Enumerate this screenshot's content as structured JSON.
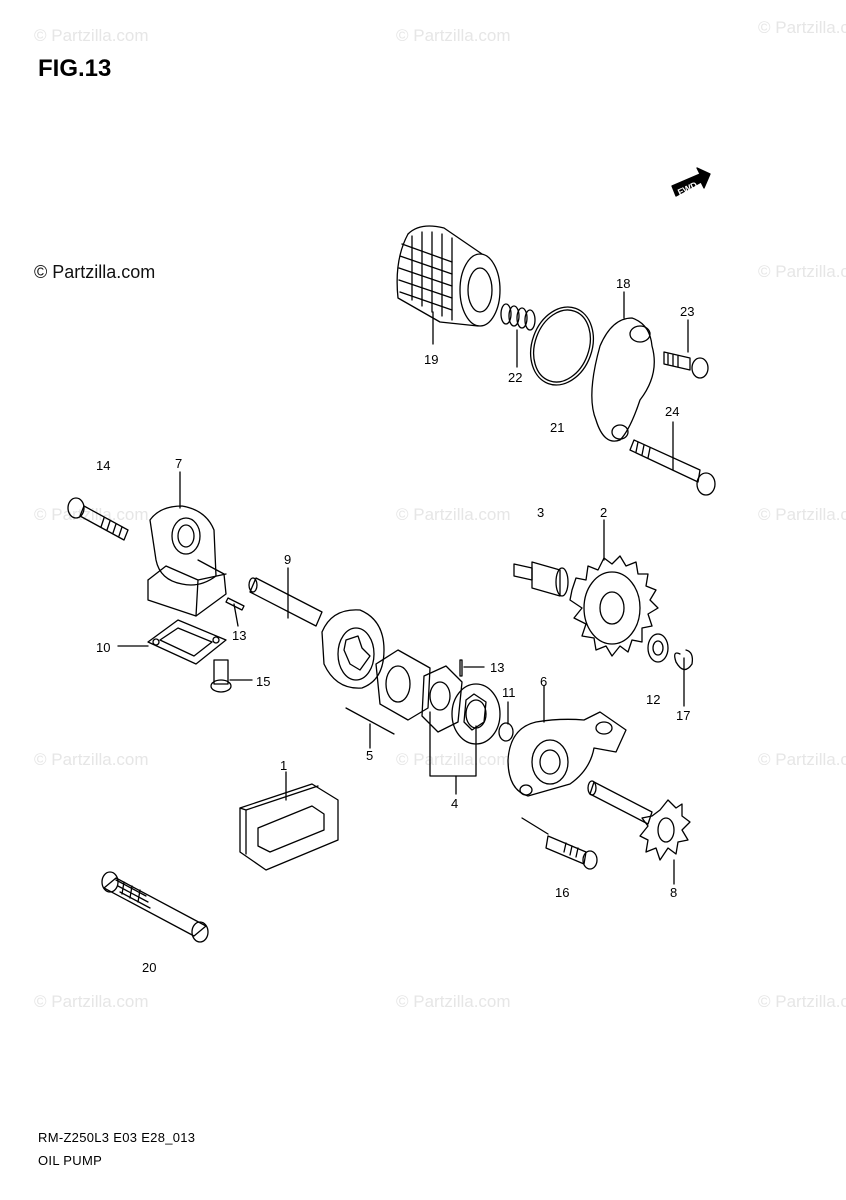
{
  "figure": {
    "title": "FIG.13",
    "copyright": "© Partzilla.com",
    "watermark": "© Partzilla.com",
    "fwd_label": "FWD"
  },
  "footer": {
    "code": "RM-Z250L3 E03 E28_013",
    "name": "OIL PUMP"
  },
  "callouts": {
    "c1": "1",
    "c2": "2",
    "c3": "3",
    "c4": "4",
    "c5": "5",
    "c6": "6",
    "c7": "7",
    "c8": "8",
    "c9": "9",
    "c10": "10",
    "c11": "11",
    "c12": "12",
    "c13a": "13",
    "c13b": "13",
    "c14": "14",
    "c15": "15",
    "c16": "16",
    "c17": "17",
    "c18": "18",
    "c19": "19",
    "c20": "20",
    "c21": "21",
    "c22": "22",
    "c23": "23",
    "c24": "24"
  }
}
